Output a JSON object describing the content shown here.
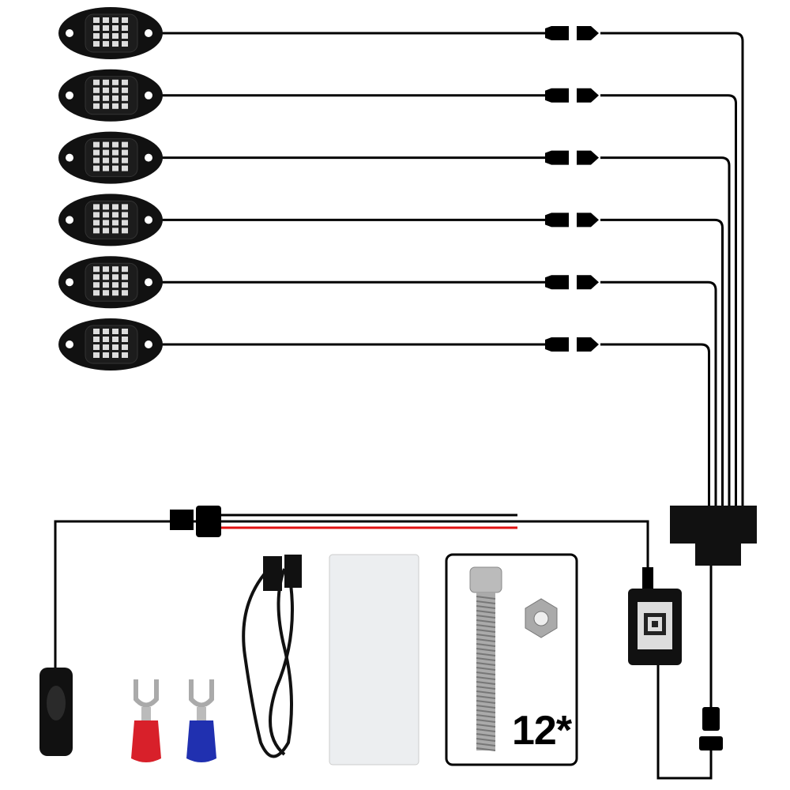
{
  "product": {
    "light_count": 6,
    "screw_quantity_label": "12*",
    "colors": {
      "wire": "#000000",
      "positive_wire": "#e01010",
      "red_terminal": "#d8202a",
      "blue_terminal": "#2030b0",
      "pad": "#eceef0"
    },
    "components": [
      "rock-light-pod",
      "connector-pair",
      "junction-box",
      "bluetooth-controller",
      "inline-switch",
      "fork-terminal-red",
      "fork-terminal-blue",
      "extension-cable",
      "adhesive-pad",
      "screw-and-nut-set"
    ]
  }
}
